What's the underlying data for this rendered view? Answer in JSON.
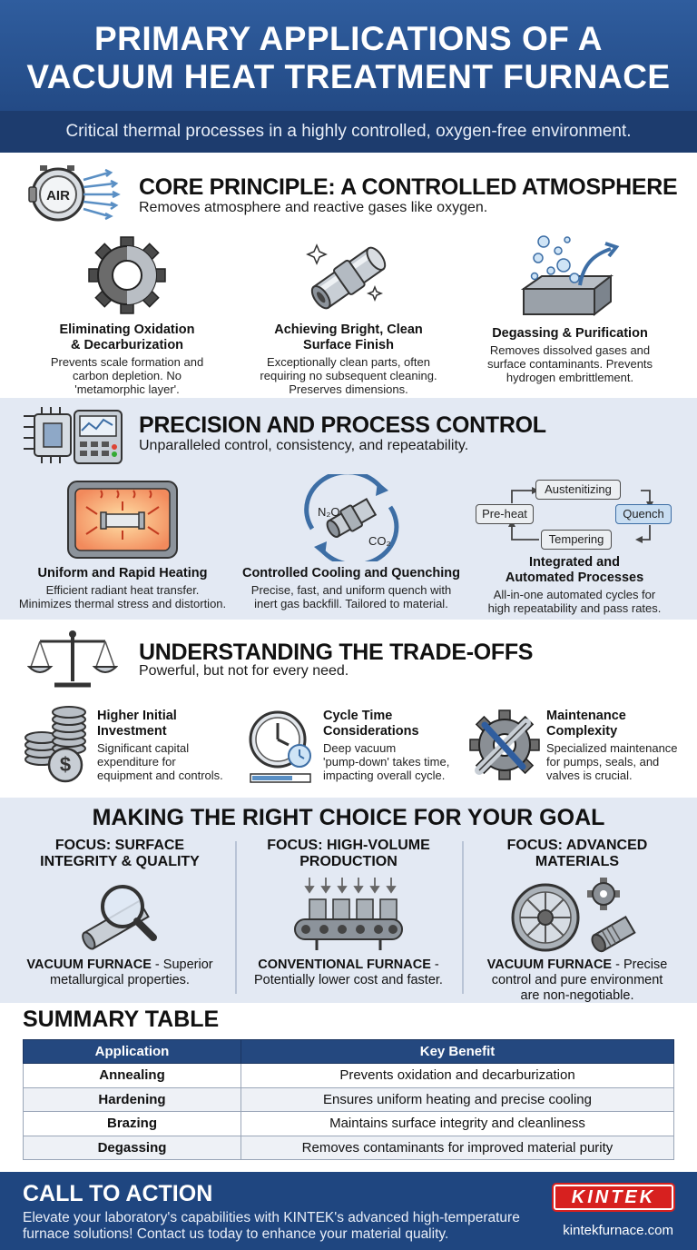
{
  "header": {
    "title_line1": "PRIMARY APPLICATIONS OF A",
    "title_line2": "VACUUM HEAT TREATMENT FURNACE",
    "subtitle": "Critical thermal processes in a highly controlled, oxygen-free environment."
  },
  "core": {
    "icon_label": "AIR",
    "title": "CORE PRINCIPLE: A CONTROLLED ATMOSPHERE",
    "subtitle": "Removes atmosphere and reactive gases like oxygen.",
    "cards": [
      {
        "title_l1": "Eliminating Oxidation",
        "title_l2": "& Decarburization",
        "desc_l1": "Prevents scale formation and",
        "desc_l2": "carbon depletion. No",
        "desc_l3": "'metamorphic layer'."
      },
      {
        "title_l1": "Achieving Bright, Clean",
        "title_l2": "Surface Finish",
        "desc_l1": "Exceptionally clean parts, often",
        "desc_l2": "requiring no subsequent cleaning.",
        "desc_l3": "Preserves dimensions."
      },
      {
        "title_l1": "Degassing & Purification",
        "title_l2": "",
        "desc_l1": "Removes dissolved gases and",
        "desc_l2": "surface contaminants. Prevents",
        "desc_l3": "hydrogen embrittlement."
      }
    ]
  },
  "precision": {
    "title": "PRECISION AND PROCESS CONTROL",
    "subtitle": "Unparalleled control, consistency, and repeatability.",
    "gas_n2": "N₂O",
    "gas_co2": "CO₂",
    "flow": {
      "austenitizing": "Austenitizing",
      "preheat": "Pre-heat",
      "quench": "Quench",
      "tempering": "Tempering"
    },
    "cards": [
      {
        "title_l1": "Uniform and Rapid Heating",
        "title_l2": "",
        "desc_l1": "Efficient radiant heat transfer.",
        "desc_l2": "Minimizes thermal stress and distortion."
      },
      {
        "title_l1": "Controlled Cooling and Quenching",
        "title_l2": "",
        "desc_l1": "Precise, fast, and uniform quench with",
        "desc_l2": "inert gas backfill. Tailored to material."
      },
      {
        "title_l1": "Integrated and",
        "title_l2": "Automated Processes",
        "desc_l1": "All-in-one automated cycles for",
        "desc_l2": "high repeatability and pass rates."
      }
    ]
  },
  "tradeoffs": {
    "title": "UNDERSTANDING THE TRADE-OFFS",
    "subtitle": "Powerful, but not for every need.",
    "cards": [
      {
        "title_l1": "Higher Initial",
        "title_l2": "Investment",
        "desc_l1": "Significant capital",
        "desc_l2": "expenditure for",
        "desc_l3": "equipment and controls."
      },
      {
        "title_l1": "Cycle Time",
        "title_l2": "Considerations",
        "desc_l1": "Deep vacuum",
        "desc_l2": "'pump-down' takes time,",
        "desc_l3": "impacting overall cycle."
      },
      {
        "title_l1": "Maintenance",
        "title_l2": "Complexity",
        "desc_l1": "Specialized maintenance",
        "desc_l2": "for pumps, seals, and",
        "desc_l3": "valves is crucial."
      }
    ]
  },
  "choice": {
    "title": "MAKING THE RIGHT CHOICE FOR YOUR GOAL",
    "columns": [
      {
        "head_l1": "FOCUS: SURFACE",
        "head_l2": "INTEGRITY & QUALITY",
        "bold": "VACUUM FURNACE",
        "rest_l1": " - Superior",
        "rest_l2": "metallurgical properties.",
        "rest_l3": ""
      },
      {
        "head_l1": "FOCUS: HIGH-VOLUME",
        "head_l2": "PRODUCTION",
        "bold": "CONVENTIONAL FURNACE",
        "rest_l1": " -",
        "rest_l2": "Potentially lower cost and faster.",
        "rest_l3": ""
      },
      {
        "head_l1": "FOCUS: ADVANCED",
        "head_l2": "MATERIALS",
        "bold": "VACUUM FURNACE",
        "rest_l1": " - Precise",
        "rest_l2": "control and pure environment",
        "rest_l3": "are non-negotiable."
      }
    ]
  },
  "summary": {
    "title": "SUMMARY TABLE",
    "headers": [
      "Application",
      "Key Benefit"
    ],
    "rows": [
      [
        "Annealing",
        "Prevents oxidation and decarburization"
      ],
      [
        "Hardening",
        "Ensures uniform heating and precise cooling"
      ],
      [
        "Brazing",
        "Maintains surface integrity and cleanliness"
      ],
      [
        "Degassing",
        "Removes contaminants for improved material purity"
      ]
    ]
  },
  "footer": {
    "title": "CALL TO ACTION",
    "body_l1": "Elevate your laboratory's capabilities with KINTEK's advanced high-temperature",
    "body_l2": "furnace solutions! Contact us today to enhance your material quality.",
    "logo": "KINTEK",
    "url": "kintekfurnace.com"
  }
}
